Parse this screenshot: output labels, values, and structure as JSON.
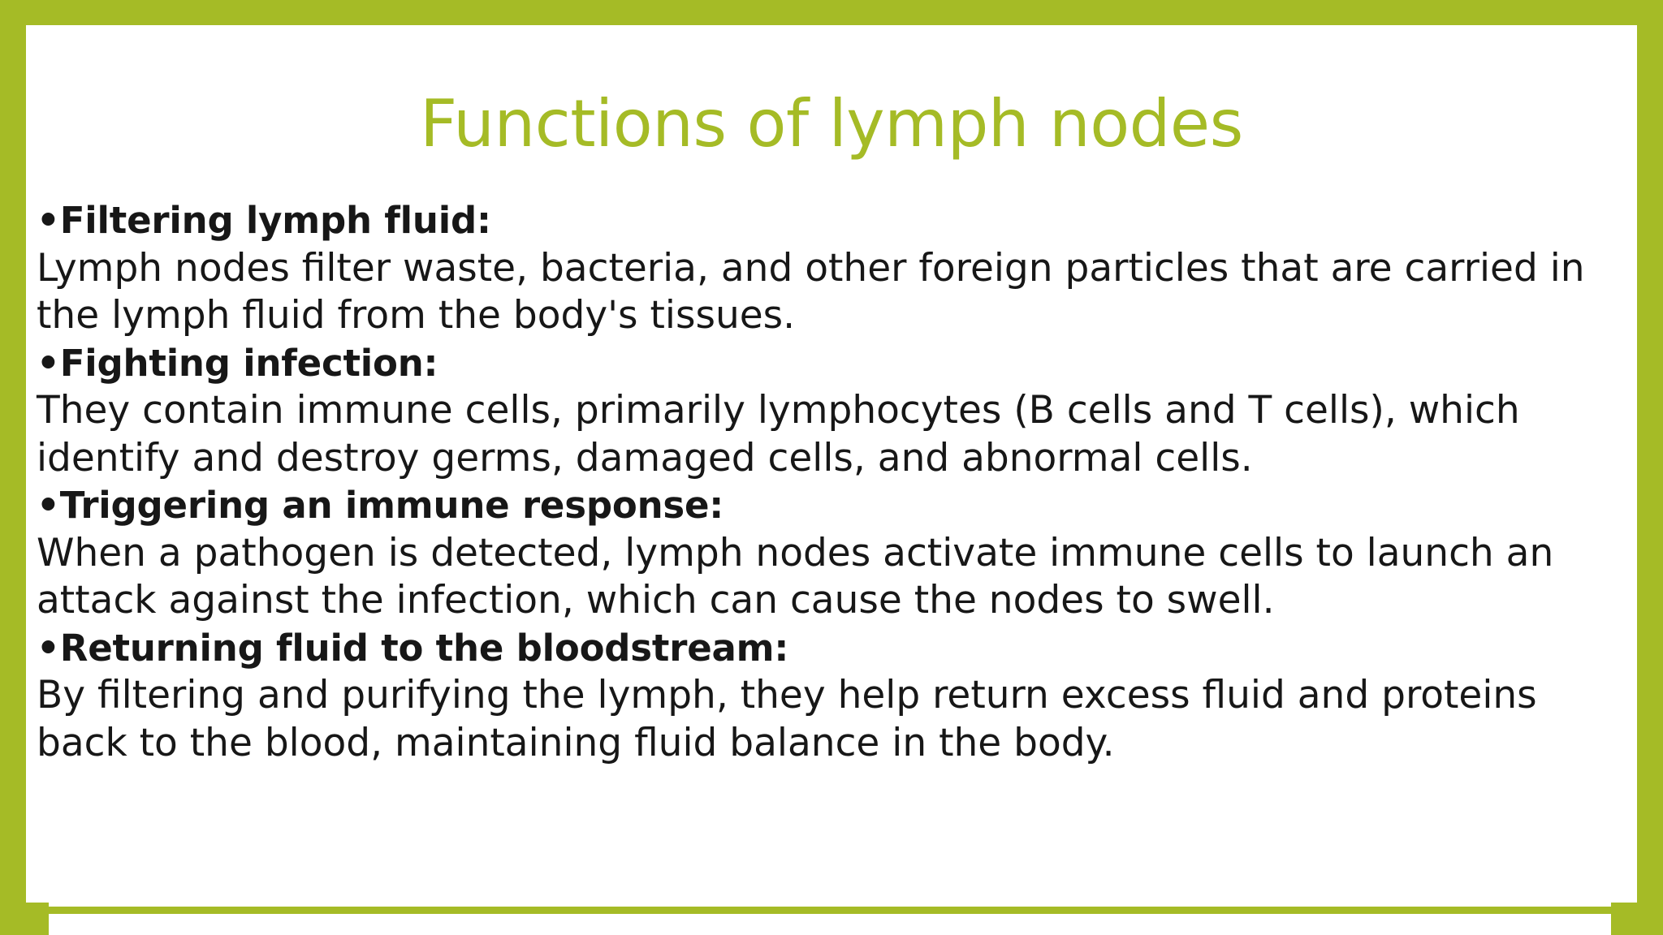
{
  "theme": {
    "accent_green": "#A5BB26",
    "text_color": "#171717",
    "plate_background": "#FFFFFF"
  },
  "slide": {
    "title": "Functions of lymph nodes",
    "bullet_marker": "•",
    "sections": [
      {
        "heading": "Filtering lymph fluid:",
        "body": "Lymph nodes filter waste, bacteria, and other foreign particles that are carried in the lymph fluid from the body's tissues."
      },
      {
        "heading": "Fighting infection:",
        "body": "They contain immune cells, primarily lymphocytes (B cells and T cells), which identify and destroy germs, damaged cells, and abnormal cells."
      },
      {
        "heading": "Triggering an immune response:",
        "body": "When a pathogen is detected, lymph nodes activate immune cells to launch an attack against the infection, which can cause the nodes to swell."
      },
      {
        "heading": "Returning fluid to the bloodstream:",
        "body": "By filtering and purifying the lymph, they help return excess fluid and proteins back to the blood, maintaining fluid balance in the body."
      }
    ]
  }
}
